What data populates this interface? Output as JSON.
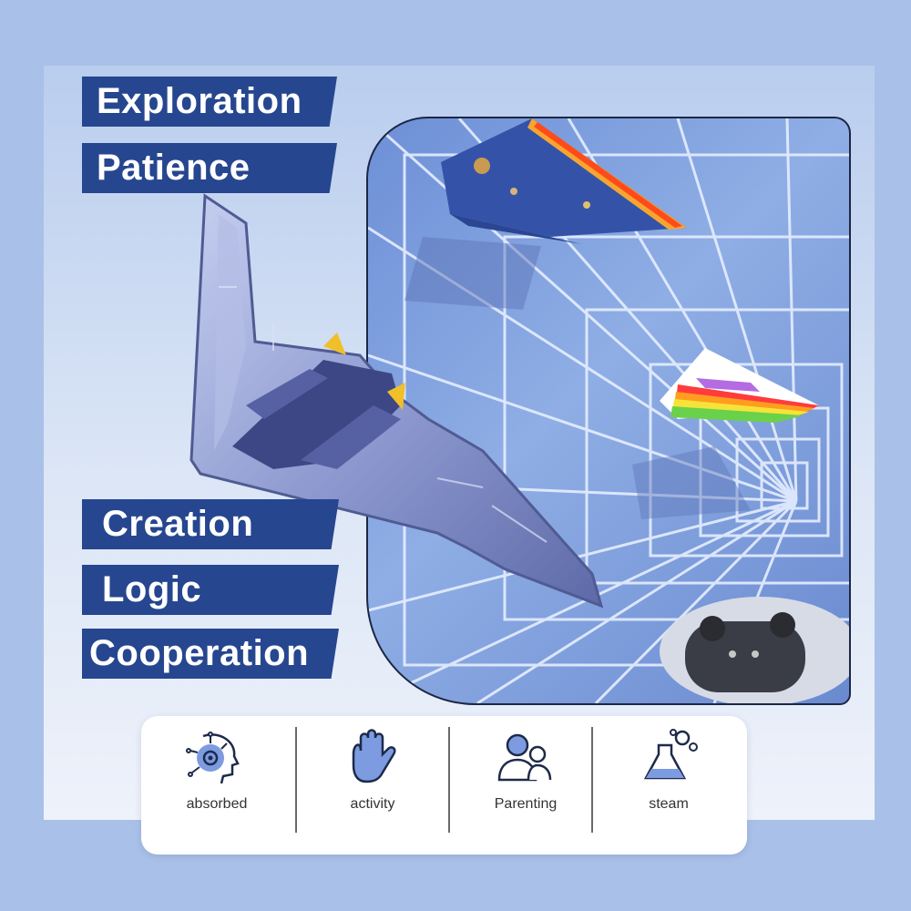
{
  "labels": {
    "exploration": "Exploration",
    "patience": "Patience",
    "creation": "Creation",
    "logic": "Logic",
    "cooperation": "Cooperation"
  },
  "features": [
    {
      "text": "absorbed",
      "icon": "head-brain-icon"
    },
    {
      "text": "activity",
      "icon": "hand-icon"
    },
    {
      "text": "Parenting",
      "icon": "parent-child-icon"
    },
    {
      "text": "steam",
      "icon": "flask-gears-icon"
    }
  ],
  "colors": {
    "background": "#a9c1e8",
    "label_bg": "#26468f",
    "label_text": "#ffffff",
    "panel_grid": "#e6eeff",
    "icon_accent": "#5b7fd4"
  }
}
